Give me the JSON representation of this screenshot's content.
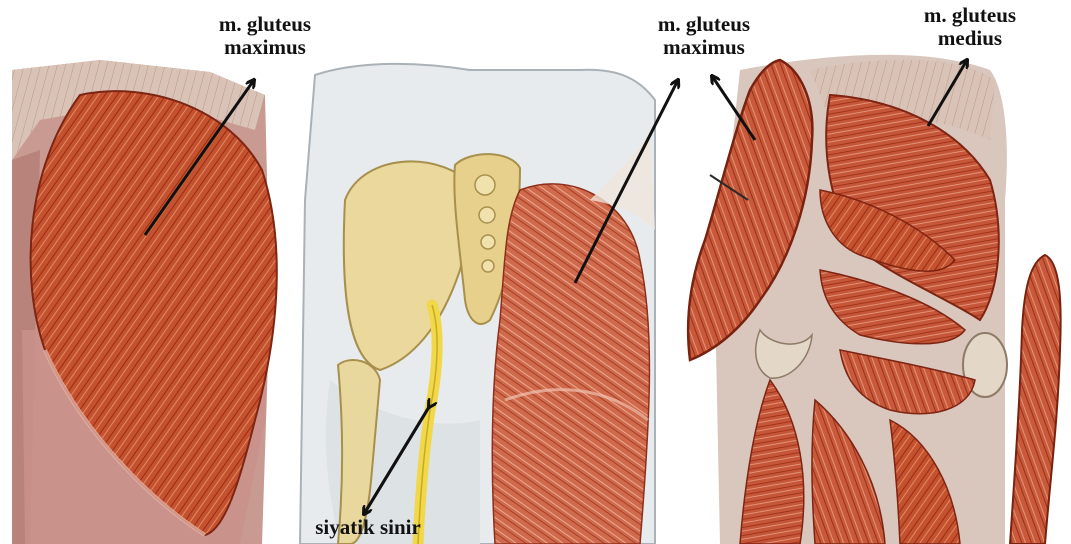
{
  "labels": {
    "left_gmax": {
      "line1": "m. gluteus",
      "line2": "maximus"
    },
    "mid_gmax": {
      "line1": "m. gluteus",
      "line2": "maximus"
    },
    "right_gmed": {
      "line1": "m. gluteus",
      "line2": "medius"
    },
    "sciatic": {
      "line1": "siyatik sinir"
    }
  },
  "colors": {
    "muscle_dark": "#9e2f1a",
    "muscle_mid": "#c95a3a",
    "muscle_light": "#e08a6a",
    "fascia": "#d8c4b8",
    "bone": "#e9d79a",
    "skin": "#e8ecef",
    "nerve": "#f2dc4a",
    "arrow": "#111111"
  }
}
